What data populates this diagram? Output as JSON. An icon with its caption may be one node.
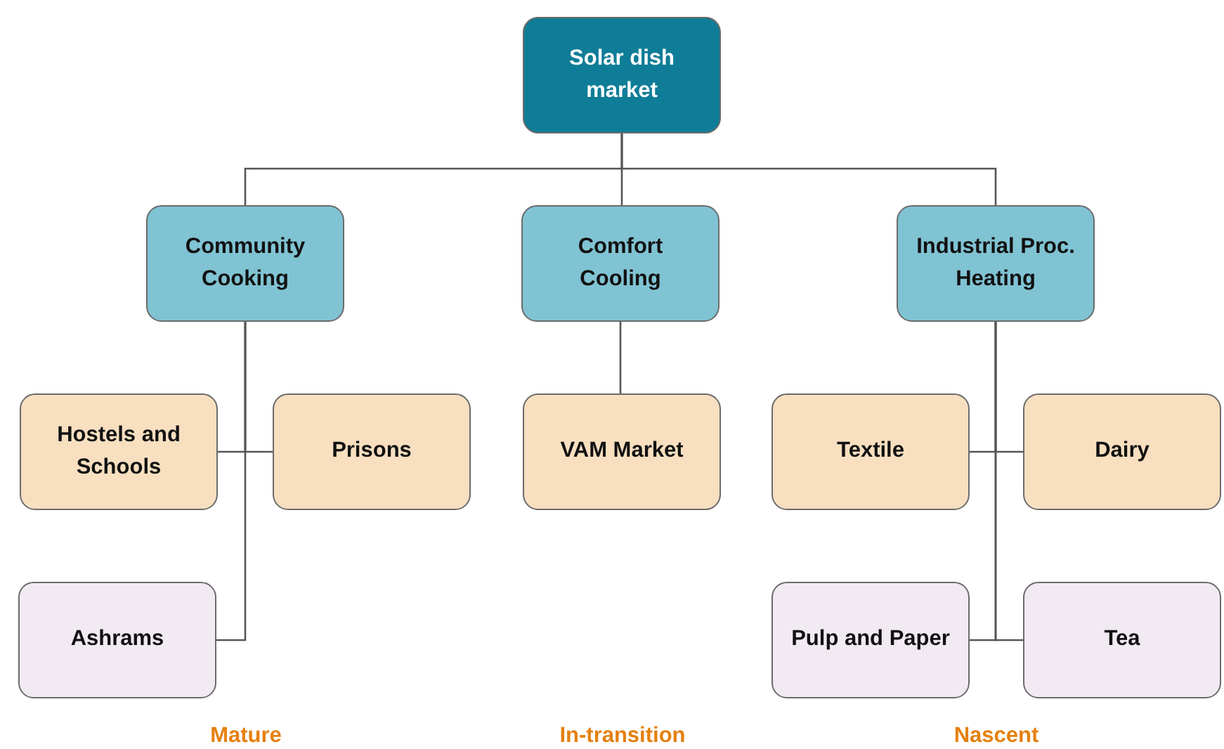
{
  "diagram": {
    "nodes": [
      {
        "text": [
          "Solar dish market"
        ]
      },
      {
        "text": [
          "Community Cooking"
        ]
      },
      {
        "text": [
          "Comfort Cooling"
        ]
      },
      {
        "text": [
          "Industrial Proc. Heating"
        ]
      },
      {
        "text": [
          "Hostels and Schools"
        ]
      },
      {
        "text": [
          "Prisons"
        ]
      },
      {
        "text": [
          "VAM Market"
        ]
      },
      {
        "text": [
          "Textile"
        ]
      },
      {
        "text": [
          "Dairy"
        ]
      },
      {
        "text": [
          "Ashrams"
        ]
      },
      {
        "text": [
          "Pulp and Paper"
        ]
      },
      {
        "text": [
          "Tea"
        ]
      }
    ],
    "edges": [
      {
        "from": 0,
        "to": 1,
        "arrow": "none"
      },
      {
        "from": 0,
        "to": 2,
        "arrow": "none"
      },
      {
        "from": 0,
        "to": 3,
        "arrow": "none"
      },
      {
        "from": 1,
        "to": 4,
        "arrow": "none"
      },
      {
        "from": 1,
        "to": 5,
        "arrow": "none"
      },
      {
        "from": 1,
        "to": 9,
        "arrow": "none"
      },
      {
        "from": 2,
        "to": 6,
        "arrow": "none"
      },
      {
        "from": 3,
        "to": 7,
        "arrow": "none"
      },
      {
        "from": 3,
        "to": 8,
        "arrow": "none"
      },
      {
        "from": 3,
        "to": 10,
        "arrow": "none"
      },
      {
        "from": 3,
        "to": 11,
        "arrow": "none"
      }
    ],
    "labels": [
      "Mature",
      "In-transition",
      "Nascent"
    ]
  }
}
